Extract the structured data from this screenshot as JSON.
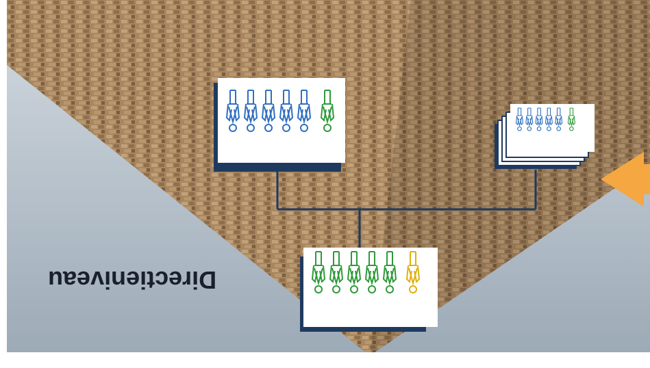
{
  "slide": {
    "title": "Directieniveau",
    "title_orientation": "rotated-180"
  },
  "background": {
    "subject": "stepped-pyramid-photo-upside-down",
    "sky_color": "#b9c3cb",
    "stone_color": "#a88660"
  },
  "colors": {
    "box_shadow": "#1f3a5f",
    "connector": "#1f3a5f",
    "figure_blue": "#2f6fbf",
    "figure_green": "#2e9a3a",
    "figure_yellow": "#e0b010",
    "arrow": "#f5a742"
  },
  "groups": [
    {
      "id": "upper-left",
      "figures": [
        "figure_blue",
        "figure_blue",
        "figure_blue",
        "figure_blue",
        "figure_blue",
        "figure_green"
      ]
    },
    {
      "id": "upper-right-stack",
      "stack_count": 5,
      "figures": [
        "figure_blue",
        "figure_blue",
        "figure_blue",
        "figure_blue",
        "figure_blue",
        "figure_green"
      ]
    },
    {
      "id": "bottom",
      "figures": [
        "figure_green",
        "figure_green",
        "figure_green",
        "figure_green",
        "figure_green",
        "figure_yellow"
      ]
    }
  ]
}
